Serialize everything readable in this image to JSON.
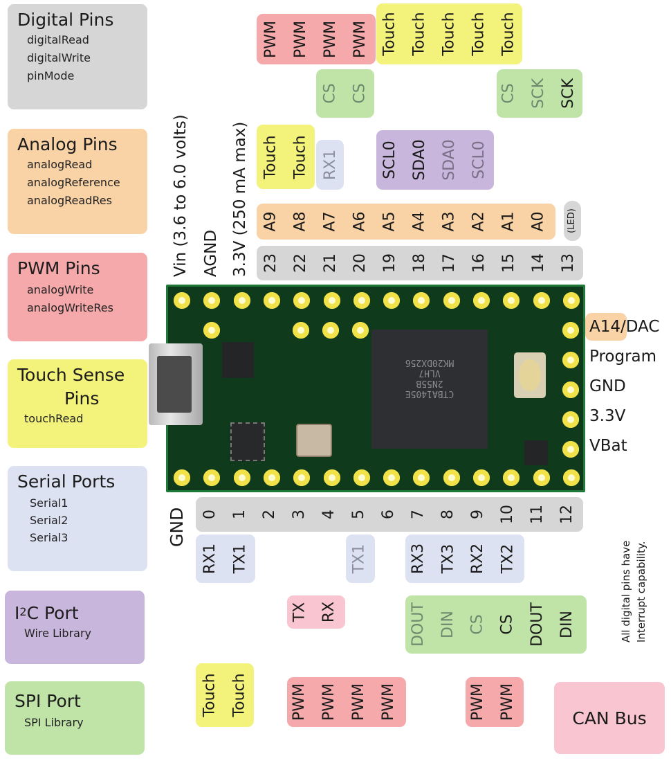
{
  "legend": [
    {
      "title": "Digital Pins",
      "functions": [
        "digitalRead",
        "digitalWrite",
        "pinMode"
      ],
      "color": "#d6d6d6"
    },
    {
      "title": "Analog Pins",
      "functions": [
        "analogRead",
        "analogReference",
        "analogReadRes"
      ],
      "color": "#f9d2a6"
    },
    {
      "title": "PWM Pins",
      "functions": [
        "analogWrite",
        "analogWriteRes"
      ],
      "color": "#f6a9ab"
    },
    {
      "title": "Touch Sense",
      "title2": "Pins",
      "functions": [
        "touchRead"
      ],
      "color": "#f3f27a"
    },
    {
      "title": "Serial Ports",
      "functions": [
        "Serial1",
        "Serial2",
        "Serial3"
      ],
      "color": "#dde2f2"
    },
    {
      "title_prefix": "I",
      "title_sup": "2",
      "title_suffix": "C Port",
      "functions": [
        "Wire Library"
      ],
      "color": "#c9b6dc"
    },
    {
      "title": "SPI Port",
      "functions": [
        "SPI Library"
      ],
      "color": "#c0e4a8"
    }
  ],
  "power_labels": {
    "vin": "Vin  (3.6 to 6.0 volts)",
    "agnd": "AGND",
    "v33": "3.3V (250 mA max)"
  },
  "top": {
    "pwm": [
      "PWM",
      "PWM",
      "PWM",
      "PWM"
    ],
    "touch_row1": [
      "Touch",
      "Touch",
      "Touch",
      "Touch",
      "Touch"
    ],
    "cs_left": [
      "CS",
      "CS"
    ],
    "spi_right": [
      "CS",
      "SCK",
      "SCK"
    ],
    "touch_row2": [
      "Touch",
      "Touch"
    ],
    "rx1": "RX1",
    "i2c": [
      "SCL0",
      "SDA0",
      "SDA0",
      "SCL0"
    ],
    "analog": [
      "A9",
      "A8",
      "A7",
      "A6",
      "A5",
      "A4",
      "A3",
      "A2",
      "A1",
      "A0"
    ],
    "led": "(LED)",
    "pins": [
      "23",
      "22",
      "21",
      "20",
      "19",
      "18",
      "17",
      "16",
      "15",
      "14",
      "13"
    ]
  },
  "right_side": [
    "A14/DAC",
    "Program",
    "GND",
    "3.3V",
    "VBat"
  ],
  "bottom": {
    "gnd": "GND",
    "pins": [
      "0",
      "1",
      "2",
      "3",
      "4",
      "5",
      "6",
      "7",
      "8",
      "9",
      "10",
      "11",
      "12"
    ],
    "serial_left": [
      "RX1",
      "TX1"
    ],
    "serial_mid": "TX1",
    "serial_right": [
      "RX3",
      "TX3",
      "RX2",
      "TX2"
    ],
    "can": [
      "TX",
      "RX"
    ],
    "spi": [
      "DOUT",
      "DIN",
      "CS",
      "CS",
      "DOUT",
      "DIN"
    ],
    "touch": [
      "Touch",
      "Touch"
    ],
    "pwm_left": [
      "PWM",
      "PWM",
      "PWM",
      "PWM"
    ],
    "pwm_right": [
      "PWM",
      "PWM"
    ],
    "can_bus": "CAN Bus"
  },
  "note": [
    "All digital pins have",
    "Interrupt capability."
  ],
  "chip": {
    "lines": [
      "MK20DX256",
      "VLH7",
      "2N55B",
      "CTBA1405E"
    ]
  }
}
